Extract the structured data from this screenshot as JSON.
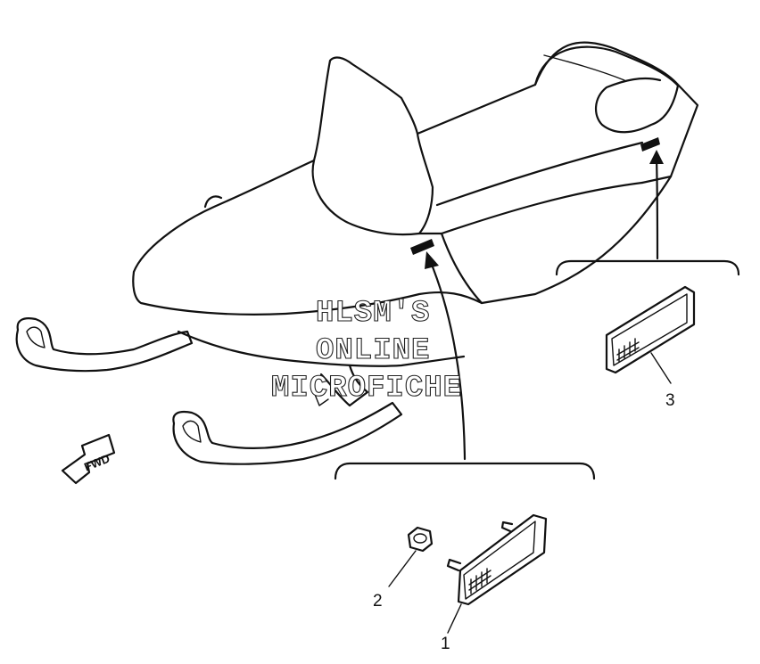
{
  "watermark": {
    "line1": "HLSM'S",
    "line2": "ONLINE",
    "line3": "MICROFICHE"
  },
  "direction_marker": {
    "label": "FWD"
  },
  "callouts": [
    {
      "number": "1",
      "part": "side reflector with mounting studs"
    },
    {
      "number": "2",
      "part": "nut"
    },
    {
      "number": "3",
      "part": "rear reflector"
    }
  ],
  "colors": {
    "ink": "#111111",
    "paper": "#ffffff"
  }
}
